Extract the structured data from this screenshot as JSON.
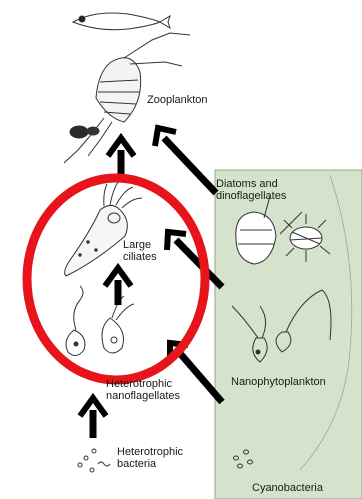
{
  "labels": {
    "zooplankton": "Zooplankton",
    "diatoms": "Diatoms and dinoflagellates",
    "large_ciliates": "Large ciliates",
    "nanophytoplankton": "Nanophytoplankton",
    "het_nanoflagellates": "Heterotrophic nanoflagellates",
    "het_bacteria": "Heterotrophic bacteria",
    "cyanobacteria": "Cyanobacteria"
  },
  "colors": {
    "panel_fill": "#d5e3cc",
    "highlight_circle": "#e8141b",
    "arrow": "#000000"
  }
}
